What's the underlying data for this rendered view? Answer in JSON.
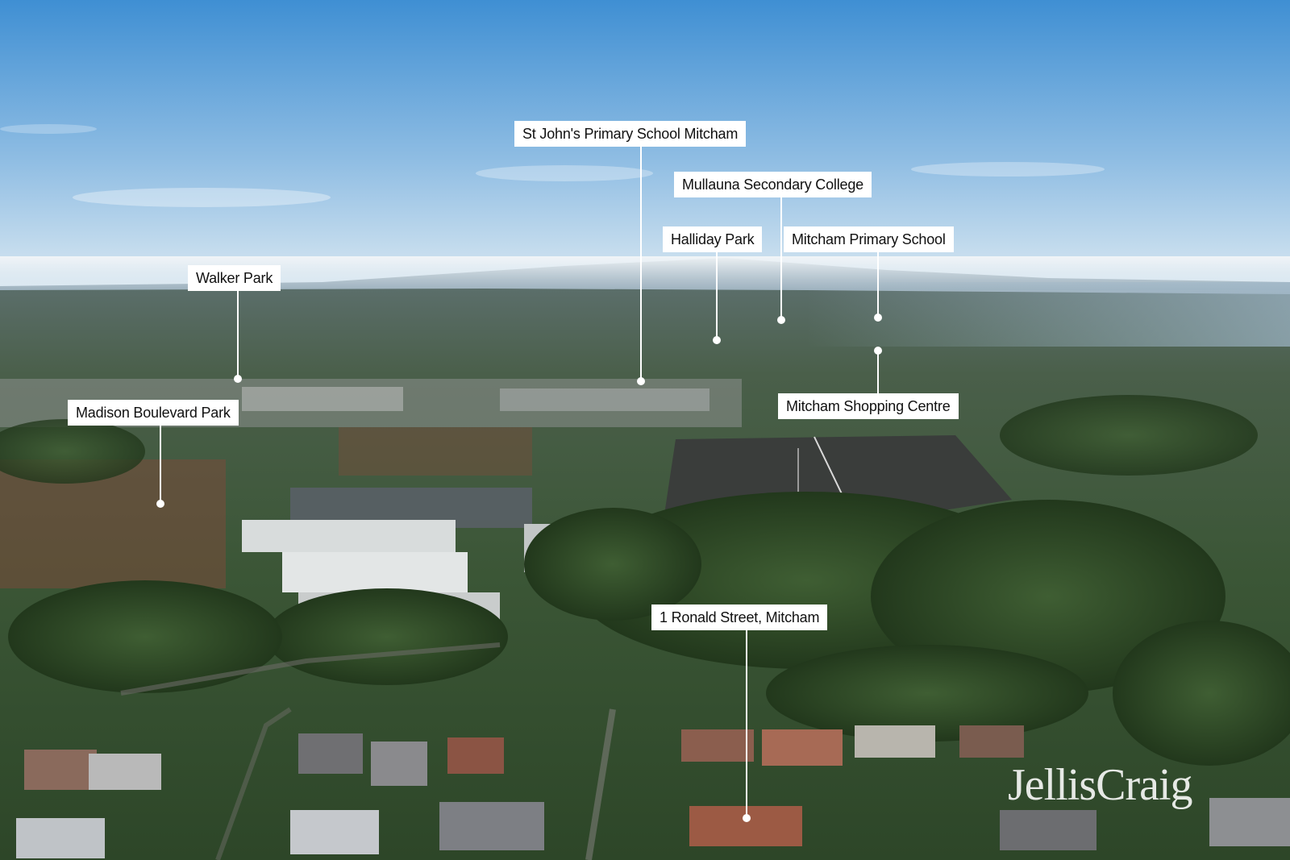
{
  "labels": {
    "st_johns": "St John's Primary School Mitcham",
    "mullauna": "Mullauna Secondary College",
    "halliday": "Halliday Park",
    "mitcham_primary": "Mitcham Primary School",
    "walker": "Walker Park",
    "madison": "Madison Boulevard Park",
    "shopping": "Mitcham Shopping Centre",
    "property": "1 Ronald Street, Mitcham"
  },
  "watermark": "JellisCraig",
  "colors": {
    "sky_top": "#4f98d6",
    "sky_horizon": "#dbe9f2",
    "haze": "#eef3f6",
    "suburb_far": "#51655e",
    "suburb_mid": "#3f5a3d",
    "suburb_near": "#2f4a2a",
    "field": "#3a3d3b",
    "label_bg": "#ffffff",
    "label_text": "#111111"
  }
}
